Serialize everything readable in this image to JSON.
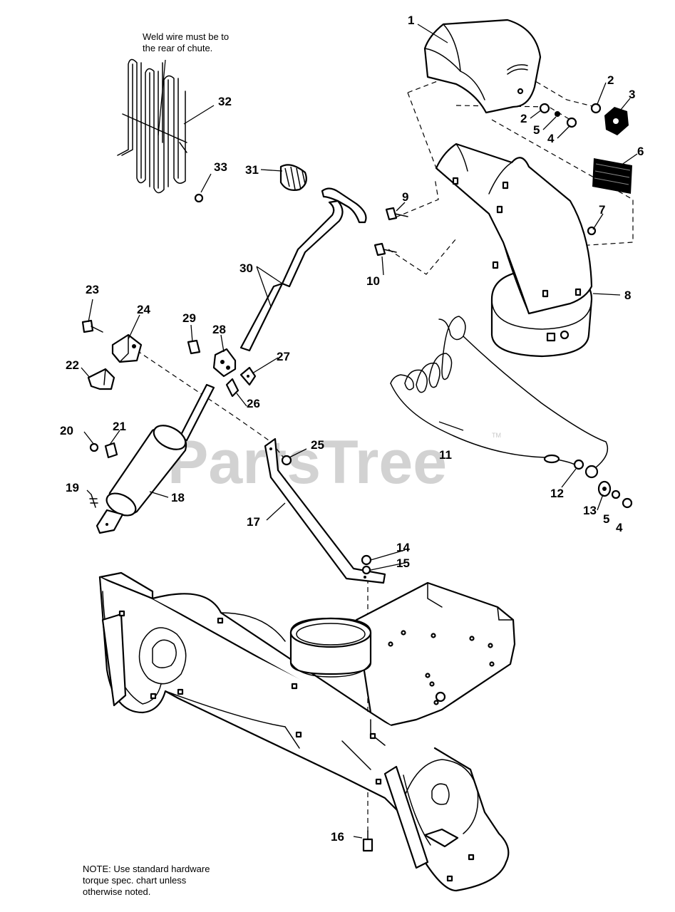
{
  "watermark": {
    "text": "PartsTree",
    "tm": "TM"
  },
  "notes": {
    "weld_line1": "Weld wire must be to",
    "weld_line2": "the rear of chute.",
    "hw_line1": "NOTE: Use standard hardware",
    "hw_line2": "torque spec. chart unless",
    "hw_line3": "otherwise noted."
  },
  "callouts": {
    "c1": "1",
    "c2a": "2",
    "c2b": "2",
    "c3": "3",
    "c4a": "4",
    "c4b": "4",
    "c5a": "5",
    "c5b": "5",
    "c6": "6",
    "c7": "7",
    "c8": "8",
    "c9": "9",
    "c10": "10",
    "c11": "11",
    "c12": "12",
    "c13": "13",
    "c14": "14",
    "c15": "15",
    "c16": "16",
    "c17": "17",
    "c18": "18",
    "c19": "19",
    "c20": "20",
    "c21": "21",
    "c22": "22",
    "c23": "23",
    "c24": "24",
    "c25": "25",
    "c26": "26",
    "c27": "27",
    "c28": "28",
    "c29": "29",
    "c30": "30",
    "c31": "31",
    "c32": "32",
    "c33": "33"
  }
}
